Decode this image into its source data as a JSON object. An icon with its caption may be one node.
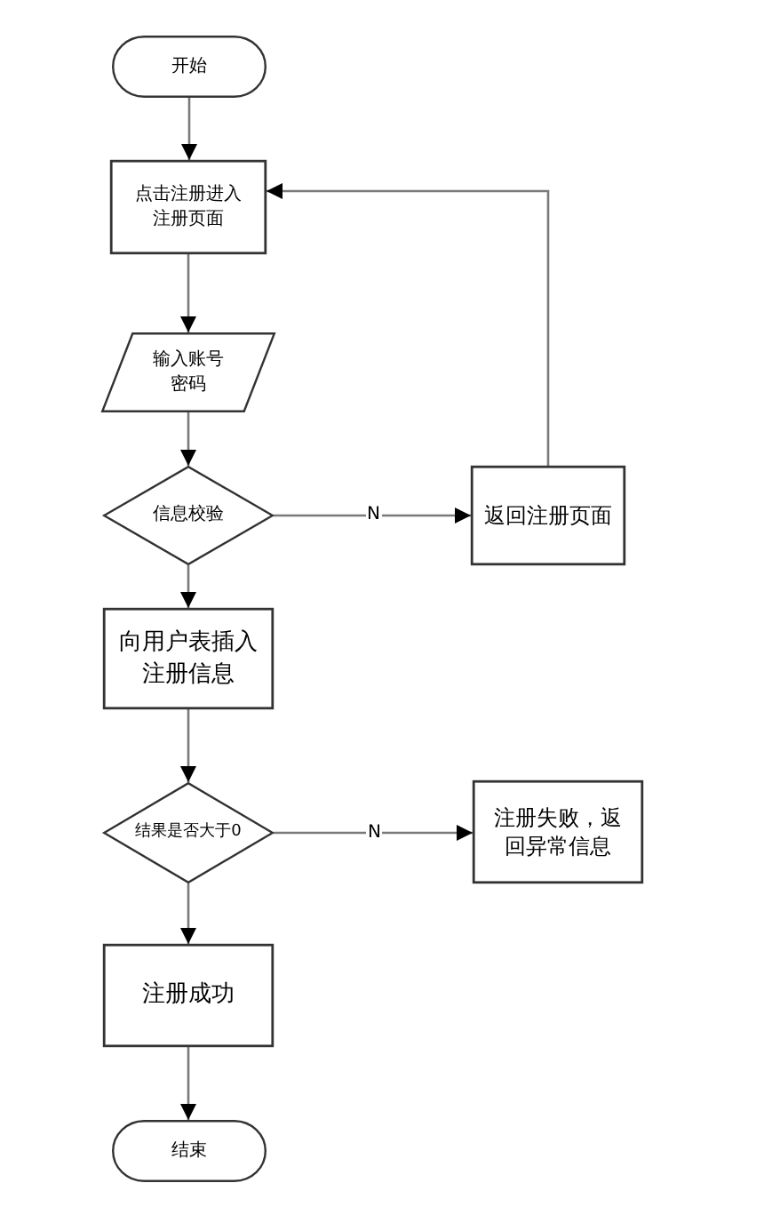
{
  "diagram": {
    "nodes": [
      {
        "text": [
          "开始"
        ]
      },
      {
        "text": [
          "点击注册进入注册页面"
        ]
      },
      {
        "text": [
          "输入账号密码"
        ]
      },
      {
        "text": [
          "信息校验"
        ]
      },
      {
        "text": [
          "返回注册页面"
        ]
      },
      {
        "text": [
          "向用户表插入注册信息"
        ]
      },
      {
        "text": [
          "结果是否大于0"
        ]
      },
      {
        "text": [
          "注册失败，返回异常信息"
        ]
      },
      {
        "text": [
          "注册成功"
        ]
      },
      {
        "text": [
          "结束"
        ]
      }
    ],
    "edges": [
      {
        "from": 0,
        "to": 1,
        "arrow": "to"
      },
      {
        "from": 1,
        "to": 2,
        "arrow": "to"
      },
      {
        "from": 2,
        "to": 3,
        "arrow": "to"
      },
      {
        "from": 3,
        "to": 4,
        "arrow": "to",
        "label": "N"
      },
      {
        "from": 4,
        "to": 1,
        "arrow": "to"
      },
      {
        "from": 3,
        "to": 5,
        "arrow": "to"
      },
      {
        "from": 5,
        "to": 6,
        "arrow": "to"
      },
      {
        "from": 6,
        "to": 7,
        "arrow": "to",
        "label": "N"
      },
      {
        "from": 6,
        "to": 8,
        "arrow": "to"
      },
      {
        "from": 8,
        "to": 9,
        "arrow": "to"
      }
    ]
  }
}
